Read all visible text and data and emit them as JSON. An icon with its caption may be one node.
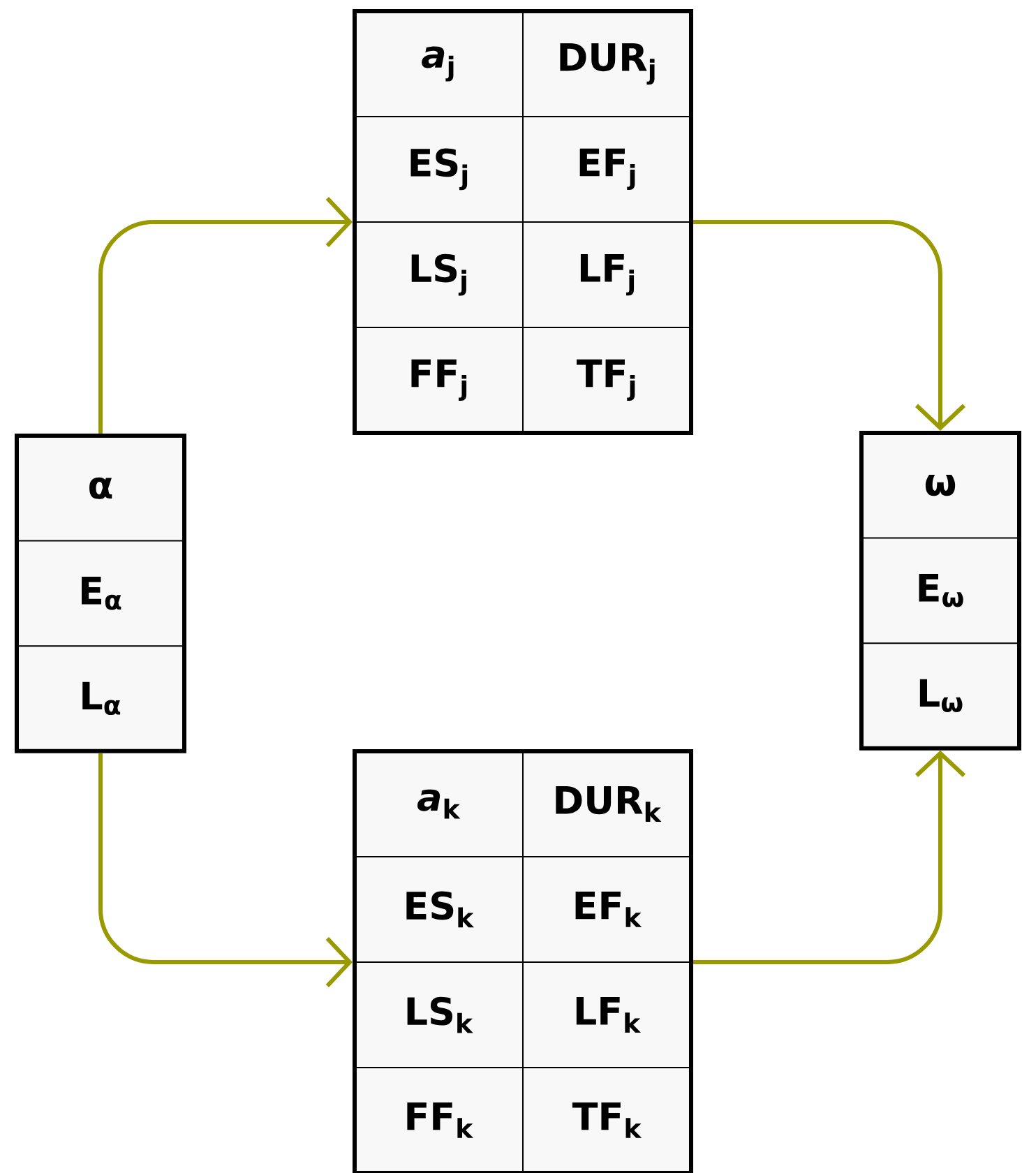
{
  "diagram": {
    "nodes": [
      {
        "text": [
          "α",
          "E$_{α}$",
          "L$_{α}$"
        ]
      },
      {
        "text": [
          "*a*$_{j}$",
          "DUR$_{j}$",
          "ES$_{j}$",
          "EF$_{j}$",
          "LS$_{j}$",
          "LF$_{j}$",
          "FF$_{j}$",
          "TF$_{j}$"
        ]
      },
      {
        "text": [
          "ω",
          "E$_{ω}$",
          "L$_{ω}$"
        ]
      },
      {
        "text": [
          "*a*$_{k}$",
          "DUR$_{k}$",
          "ES$_{k}$",
          "EF$_{k}$",
          "LS$_{k}$",
          "LF$_{k}$",
          "FF$_{k}$",
          "TF$_{k}$"
        ]
      }
    ],
    "edges": [
      {
        "from": 0,
        "to": 1,
        "arrow": "to",
        "color": "#999900"
      },
      {
        "from": 1,
        "to": 2,
        "arrow": "to",
        "color": "#999900"
      },
      {
        "from": 0,
        "to": 3,
        "arrow": "to",
        "color": "#999900"
      },
      {
        "from": 3,
        "to": 2,
        "arrow": "to",
        "color": "#999900"
      }
    ]
  }
}
